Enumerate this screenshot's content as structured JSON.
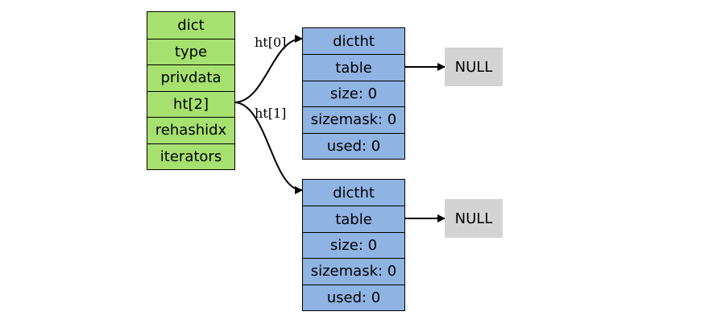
{
  "dict": {
    "fields": [
      "dict",
      "type",
      "privdata",
      "ht[2]",
      "rehashidx",
      "iterators"
    ]
  },
  "hashtables": [
    {
      "fields": [
        "dictht",
        "table",
        "size: 0",
        "sizemask: 0",
        "used: 0"
      ],
      "null_label": "NULL",
      "edge_label": "ht[0]"
    },
    {
      "fields": [
        "dictht",
        "table",
        "size: 0",
        "sizemask: 0",
        "used: 0"
      ],
      "null_label": "NULL",
      "edge_label": "ht[1]"
    }
  ],
  "colors": {
    "dict_fill": "#a6e06f",
    "dictht_fill": "#8fb3e3",
    "null_fill": "#d3d3d3"
  }
}
